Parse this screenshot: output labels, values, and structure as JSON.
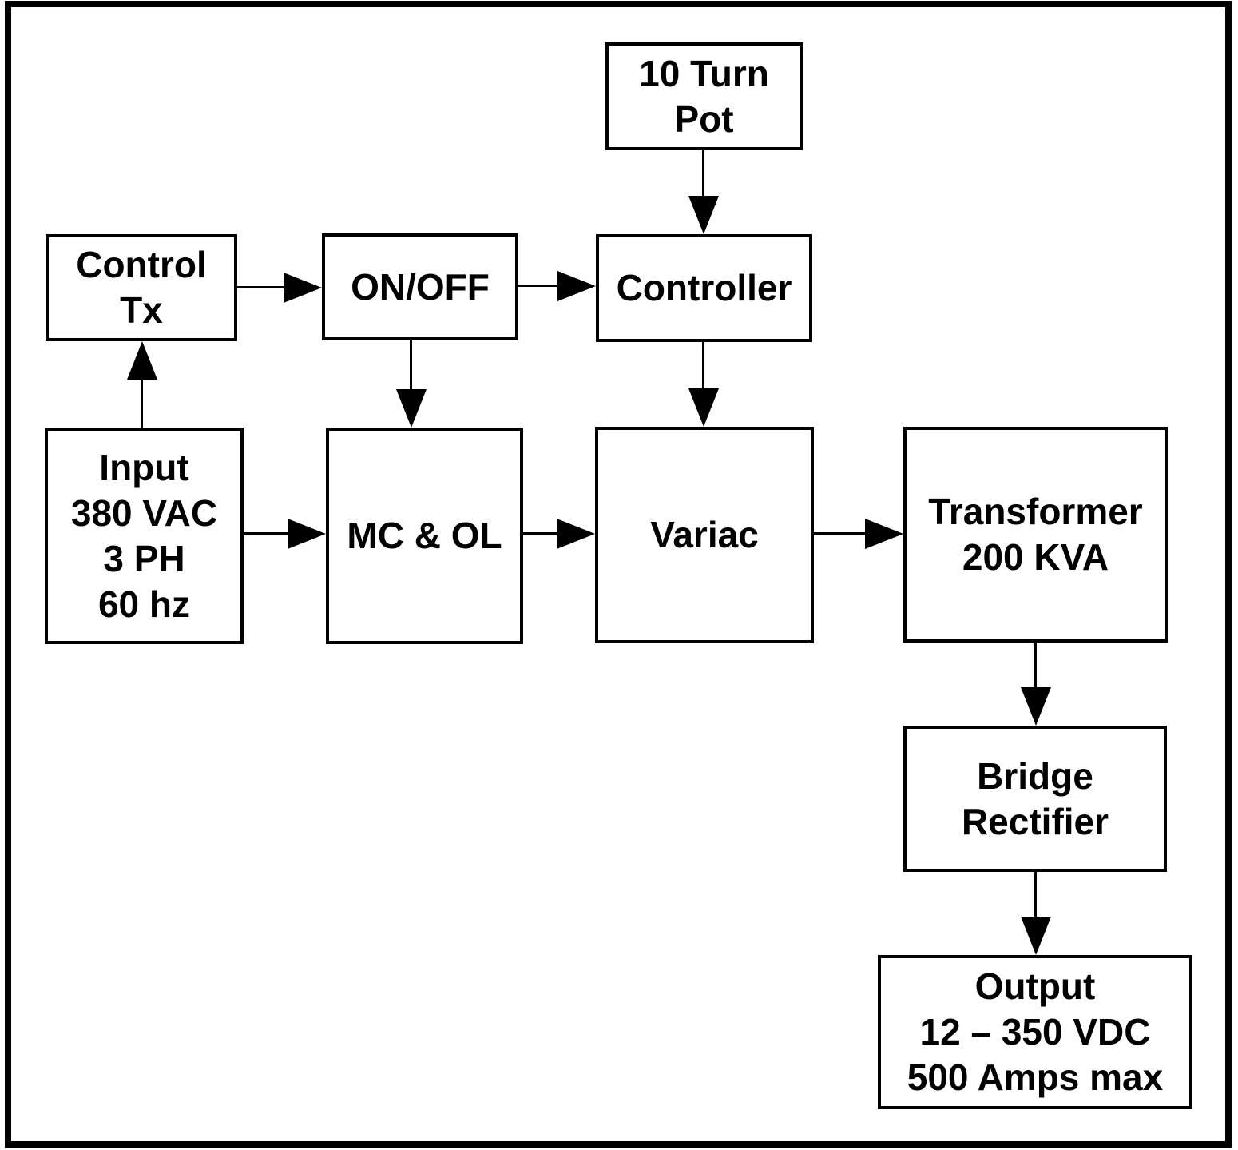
{
  "colors": {
    "ink": "#000000",
    "paper": "#ffffff"
  },
  "nodes": {
    "ten_turn_pot": {
      "lines": [
        "10 Turn",
        "Pot"
      ]
    },
    "control_tx": {
      "lines": [
        "Control",
        "Tx"
      ]
    },
    "on_off": {
      "lines": [
        "ON/OFF"
      ]
    },
    "controller": {
      "lines": [
        "Controller"
      ]
    },
    "input": {
      "lines": [
        "Input",
        "380 VAC",
        "3 PH",
        "60 hz"
      ]
    },
    "mc_ol": {
      "lines": [
        "MC & OL"
      ]
    },
    "variac": {
      "lines": [
        "Variac"
      ]
    },
    "transformer": {
      "lines": [
        "Transformer",
        "200 KVA"
      ]
    },
    "bridge_rectifier": {
      "lines": [
        "Bridge",
        "Rectifier"
      ]
    },
    "output": {
      "lines": [
        "Output",
        "12 – 350 VDC",
        "500 Amps max"
      ]
    }
  },
  "edges": [
    {
      "from": "ten_turn_pot",
      "to": "controller"
    },
    {
      "from": "control_tx",
      "to": "on_off"
    },
    {
      "from": "on_off",
      "to": "controller"
    },
    {
      "from": "input",
      "to": "control_tx"
    },
    {
      "from": "on_off",
      "to": "mc_ol"
    },
    {
      "from": "controller",
      "to": "variac"
    },
    {
      "from": "input",
      "to": "mc_ol"
    },
    {
      "from": "mc_ol",
      "to": "variac"
    },
    {
      "from": "variac",
      "to": "transformer"
    },
    {
      "from": "transformer",
      "to": "bridge_rectifier"
    },
    {
      "from": "bridge_rectifier",
      "to": "output"
    }
  ]
}
